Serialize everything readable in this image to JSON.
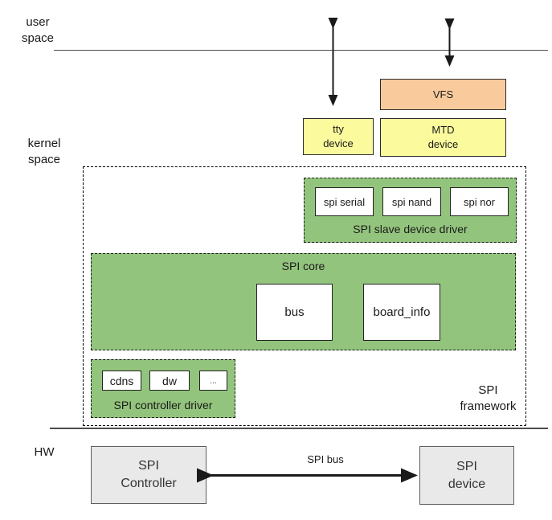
{
  "colors": {
    "section_green": "#93C47D",
    "vfs_orange": "#F9CB9C",
    "device_yellow": "#FBFB9D",
    "hw_gray": "#E9E9E9"
  },
  "layers": {
    "user_space": [
      "user",
      "space"
    ],
    "kernel_space": [
      "kernel",
      "space"
    ],
    "hw": "HW"
  },
  "boxes": {
    "vfs": {
      "label": "VFS"
    },
    "tty": {
      "lines": [
        "tty",
        "device"
      ]
    },
    "mtd": {
      "lines": [
        "MTD",
        "device"
      ]
    },
    "spi_slave_driver": {
      "label": "SPI slave device driver",
      "items": [
        "spi serial",
        "spi nand",
        "spi nor"
      ]
    },
    "spi_core": {
      "label": "SPI core",
      "items": [
        "bus",
        "board_info"
      ]
    },
    "spi_controller_driver": {
      "label": "SPI controller driver",
      "items": [
        "cdns",
        "dw",
        "..."
      ]
    },
    "spi_framework": {
      "lines": [
        "SPI",
        "framework"
      ]
    },
    "hw_controller": {
      "lines": [
        "SPI",
        "Controller"
      ]
    },
    "hw_device": {
      "lines": [
        "SPI",
        "device"
      ]
    },
    "spi_bus": {
      "label": "SPI bus"
    }
  }
}
